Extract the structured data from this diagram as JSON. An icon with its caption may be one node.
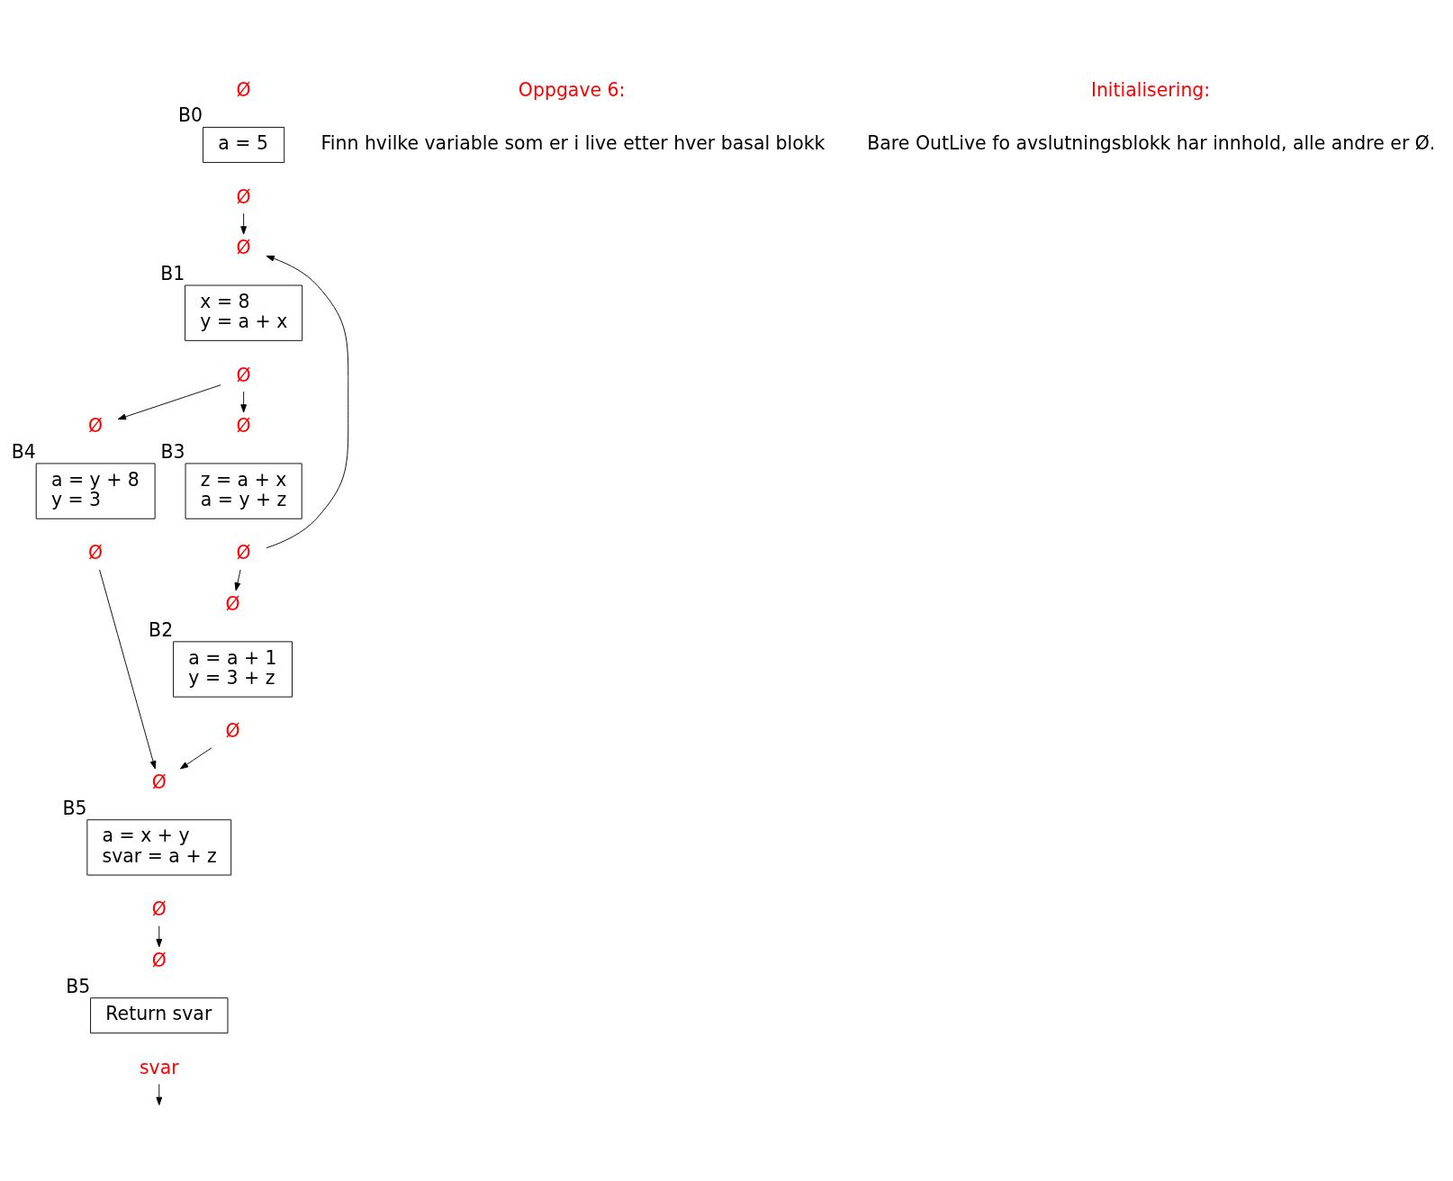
{
  "diagram": {
    "nodes": [
      {
        "text": [
          "Ø"
        ]
      },
      {
        "text": [
          "a = 5"
        ],
        "beside": [
          "B0"
        ]
      },
      {
        "text": [
          "Ø"
        ]
      },
      {
        "text": [
          "Ø"
        ]
      },
      {
        "text": [
          "x = 8",
          "y = a + x"
        ],
        "beside": [
          "B1"
        ]
      },
      {
        "text": [
          "Ø"
        ]
      },
      {
        "text": [
          "Ø"
        ]
      },
      {
        "text": [
          "a = a + 1",
          "y = 3 + z"
        ],
        "beside": [
          "B2"
        ]
      },
      {
        "text": [
          "Ø"
        ]
      },
      {
        "text": [
          "Ø"
        ]
      },
      {
        "text": [
          "z = a + x",
          "a = y + z"
        ],
        "beside": [
          "B3"
        ]
      },
      {
        "text": [
          "Ø"
        ]
      },
      {
        "text": [
          "Ø"
        ]
      },
      {
        "text": [
          "a = y + 8",
          "y = 3"
        ],
        "beside": [
          "B4"
        ]
      },
      {
        "text": [
          "Ø"
        ]
      },
      {
        "text": [
          "Ø"
        ]
      },
      {
        "text": [
          "a = x + y",
          "svar = a + z"
        ],
        "beside": [
          "B5"
        ]
      },
      {
        "text": [
          "Ø"
        ]
      },
      {
        "text": [
          "Ø"
        ]
      },
      {
        "text": [
          "Return svar"
        ],
        "beside": [
          "B5"
        ]
      },
      {
        "text": [
          "svar"
        ]
      }
    ],
    "edges": [
      {
        "from": 2,
        "to": 3,
        "arrow": "to"
      },
      {
        "from": 5,
        "to": 9,
        "arrow": "to"
      },
      {
        "from": 5,
        "to": 12,
        "arrow": "to"
      },
      {
        "from": 11,
        "to": 6,
        "arrow": "to"
      },
      {
        "from": 11,
        "to": 3,
        "arrow": "to"
      },
      {
        "from": 8,
        "to": 15,
        "arrow": "to"
      },
      {
        "from": 14,
        "to": 15,
        "arrow": "to"
      },
      {
        "from": 17,
        "to": 18,
        "arrow": "to"
      },
      {
        "from": 20,
        "to": null,
        "arrow": "to"
      }
    ],
    "labels": [
      "Oppgave 6:",
      "Finn hvilke variable som er i live etter hver basal blokk",
      "Initialisering:",
      "Bare OutLive fo avslutningsblokk har innhold, alle andre er Ø."
    ]
  }
}
